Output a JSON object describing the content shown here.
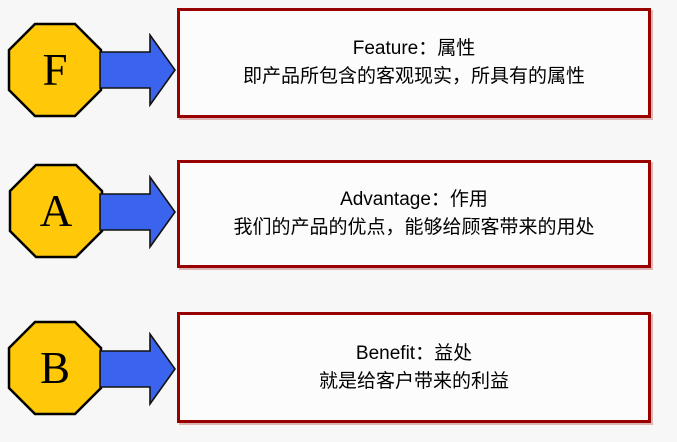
{
  "diagram": {
    "rows": [
      {
        "letter": "F",
        "heading": "Feature：属性",
        "description": "即产品所包含的客观现实，所具有的属性"
      },
      {
        "letter": "A",
        "heading": "Advantage：作用",
        "description": "我们的产品的优点，能够给顾客带来的用处"
      },
      {
        "letter": "B",
        "heading": "Benefit：益处",
        "description": "就是给客户带来的利益"
      }
    ],
    "colors": {
      "background": "#f7f7f7",
      "octagon_fill": "#FFC808",
      "octagon_stroke": "#000000",
      "arrow_fill": "#3A64EE",
      "arrow_stroke": "#111111",
      "box_border": "#990000",
      "box_background": "#fcfcfc",
      "text": "#000000"
    }
  }
}
